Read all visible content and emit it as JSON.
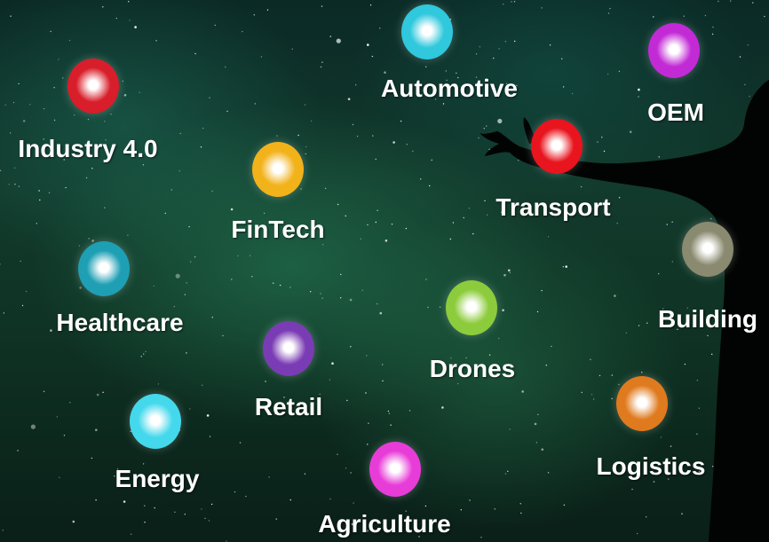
{
  "sectors": [
    {
      "label": "Industry 4.0",
      "color": "#d81e2a"
    },
    {
      "label": "Automotive",
      "color": "#2fc8dc"
    },
    {
      "label": "OEM",
      "color": "#c22ad6"
    },
    {
      "label": "FinTech",
      "color": "#f2b21a"
    },
    {
      "label": "Transport",
      "color": "#e8141e"
    },
    {
      "label": "Healthcare",
      "color": "#1e9fb4"
    },
    {
      "label": "Building",
      "color": "#8a8a70"
    },
    {
      "label": "Drones",
      "color": "#8ccc3c"
    },
    {
      "label": "Retail",
      "color": "#7a3cb4"
    },
    {
      "label": "Energy",
      "color": "#44d8ec"
    },
    {
      "label": "Logistics",
      "color": "#e07a1e"
    },
    {
      "label": "Agriculture",
      "color": "#e83cd8"
    }
  ]
}
